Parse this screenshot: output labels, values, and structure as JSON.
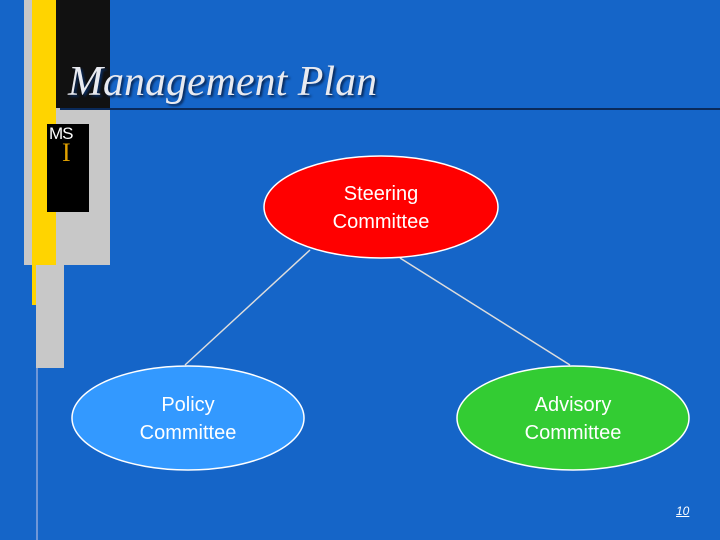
{
  "title": "Management Plan",
  "logo": {
    "letters": "MS",
    "accent_letter": "I"
  },
  "nodes": {
    "steering": {
      "line1": "Steering",
      "line2": "Committee",
      "color": "#ff0000"
    },
    "policy": {
      "line1": "Policy",
      "line2": "Committee",
      "color": "#3399ff"
    },
    "advisory": {
      "line1": "Advisory",
      "line2": "Committee",
      "color": "#33cc33"
    }
  },
  "page_number": "10",
  "colors": {
    "background": "#1565c8",
    "accent_yellow": "#ffd400",
    "bar_gray": "#c8c8c8",
    "connector": "#dddddd"
  }
}
